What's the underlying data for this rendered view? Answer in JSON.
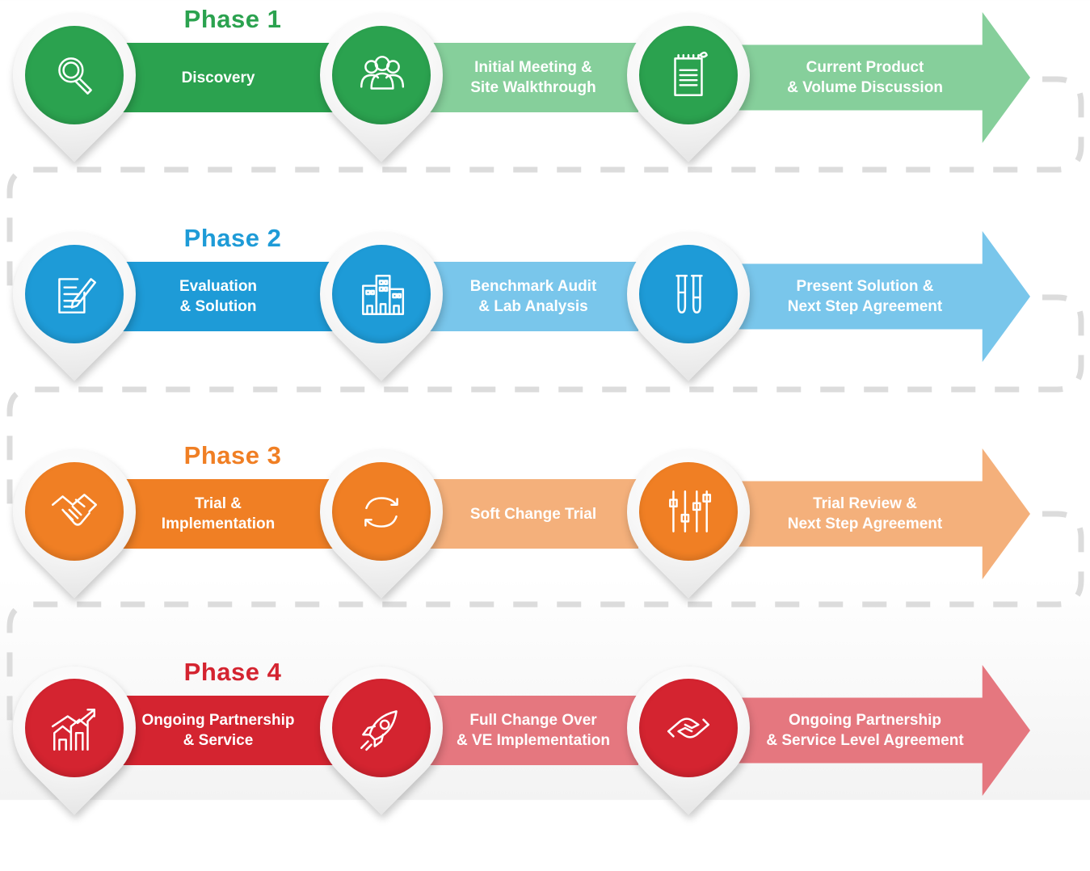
{
  "phases": [
    {
      "title": "Phase 1",
      "color": "#2BA24F",
      "light": "#86CF9B",
      "steps": [
        {
          "label": "Discovery",
          "icon": "magnifier-icon"
        },
        {
          "label": "Initial Meeting &\nSite Walkthrough",
          "icon": "team-icon"
        },
        {
          "label": "Current Product\n& Volume Discussion",
          "icon": "notepad-icon"
        }
      ]
    },
    {
      "title": "Phase 2",
      "color": "#1E9BD7",
      "light": "#79C6EB",
      "steps": [
        {
          "label": "Evaluation\n& Solution",
          "icon": "document-pen-icon"
        },
        {
          "label": "Benchmark Audit\n& Lab Analysis",
          "icon": "buildings-icon"
        },
        {
          "label": "Present Solution &\nNext Step Agreement",
          "icon": "test-tubes-icon"
        }
      ]
    },
    {
      "title": "Phase 3",
      "color": "#F07F24",
      "light": "#F4B07B",
      "steps": [
        {
          "label": "Trial &\nImplementation",
          "icon": "handshake-icon"
        },
        {
          "label": "Soft Change Trial",
          "icon": "refresh-arrows-icon"
        },
        {
          "label": "Trial Review &\nNext Step Agreement",
          "icon": "sliders-icon"
        }
      ]
    },
    {
      "title": "Phase 4",
      "color": "#D42430",
      "light": "#E5777F",
      "steps": [
        {
          "label": "Ongoing Partnership\n& Service",
          "icon": "growth-chart-icon"
        },
        {
          "label": "Full Change Over\n& VE Implementation",
          "icon": "rocket-icon"
        },
        {
          "label": "Ongoing Partnership\n& Service Level Agreement",
          "icon": "hands-icon"
        }
      ]
    }
  ],
  "connector_color": "#DCDCDC"
}
